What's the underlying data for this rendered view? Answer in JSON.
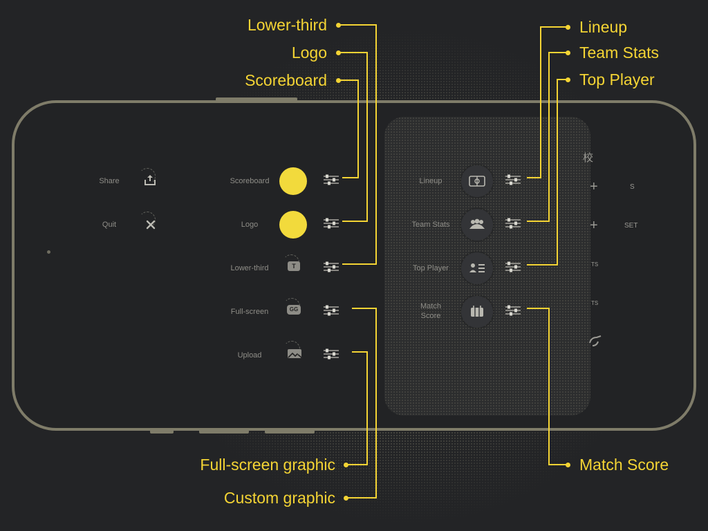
{
  "left_menu": {
    "share_label": "Share",
    "quit_label": "Quit"
  },
  "graphics_menu": {
    "items": [
      {
        "label": "Scoreboard"
      },
      {
        "label": "Logo"
      },
      {
        "label": "Lower-third"
      },
      {
        "label": "Full-screen"
      },
      {
        "label": "Upload"
      }
    ],
    "lowerthird_glyph": "T",
    "fullscreen_glyph": "GG"
  },
  "stats_menu": {
    "items": [
      {
        "label": "Lineup"
      },
      {
        "label": "Team Stats"
      },
      {
        "label": "Top Player"
      },
      {
        "label": "Match\nScore"
      }
    ]
  },
  "side_panel": {
    "kanji": "校",
    "s_label": "S",
    "set_label": "SET",
    "ts_label_1": "TS",
    "ts_label_2": "TS"
  },
  "callouts": {
    "lower_third": "Lower-third",
    "logo": "Logo",
    "scoreboard": "Scoreboard",
    "lineup": "Lineup",
    "team_stats": "Team Stats",
    "top_player": "Top Player",
    "fullscreen_graphic": "Full-screen graphic",
    "custom_graphic": "Custom graphic",
    "match_score": "Match Score"
  },
  "colors": {
    "accent": "#f4d434",
    "frame": "#7f7c69",
    "background": "#232426"
  }
}
